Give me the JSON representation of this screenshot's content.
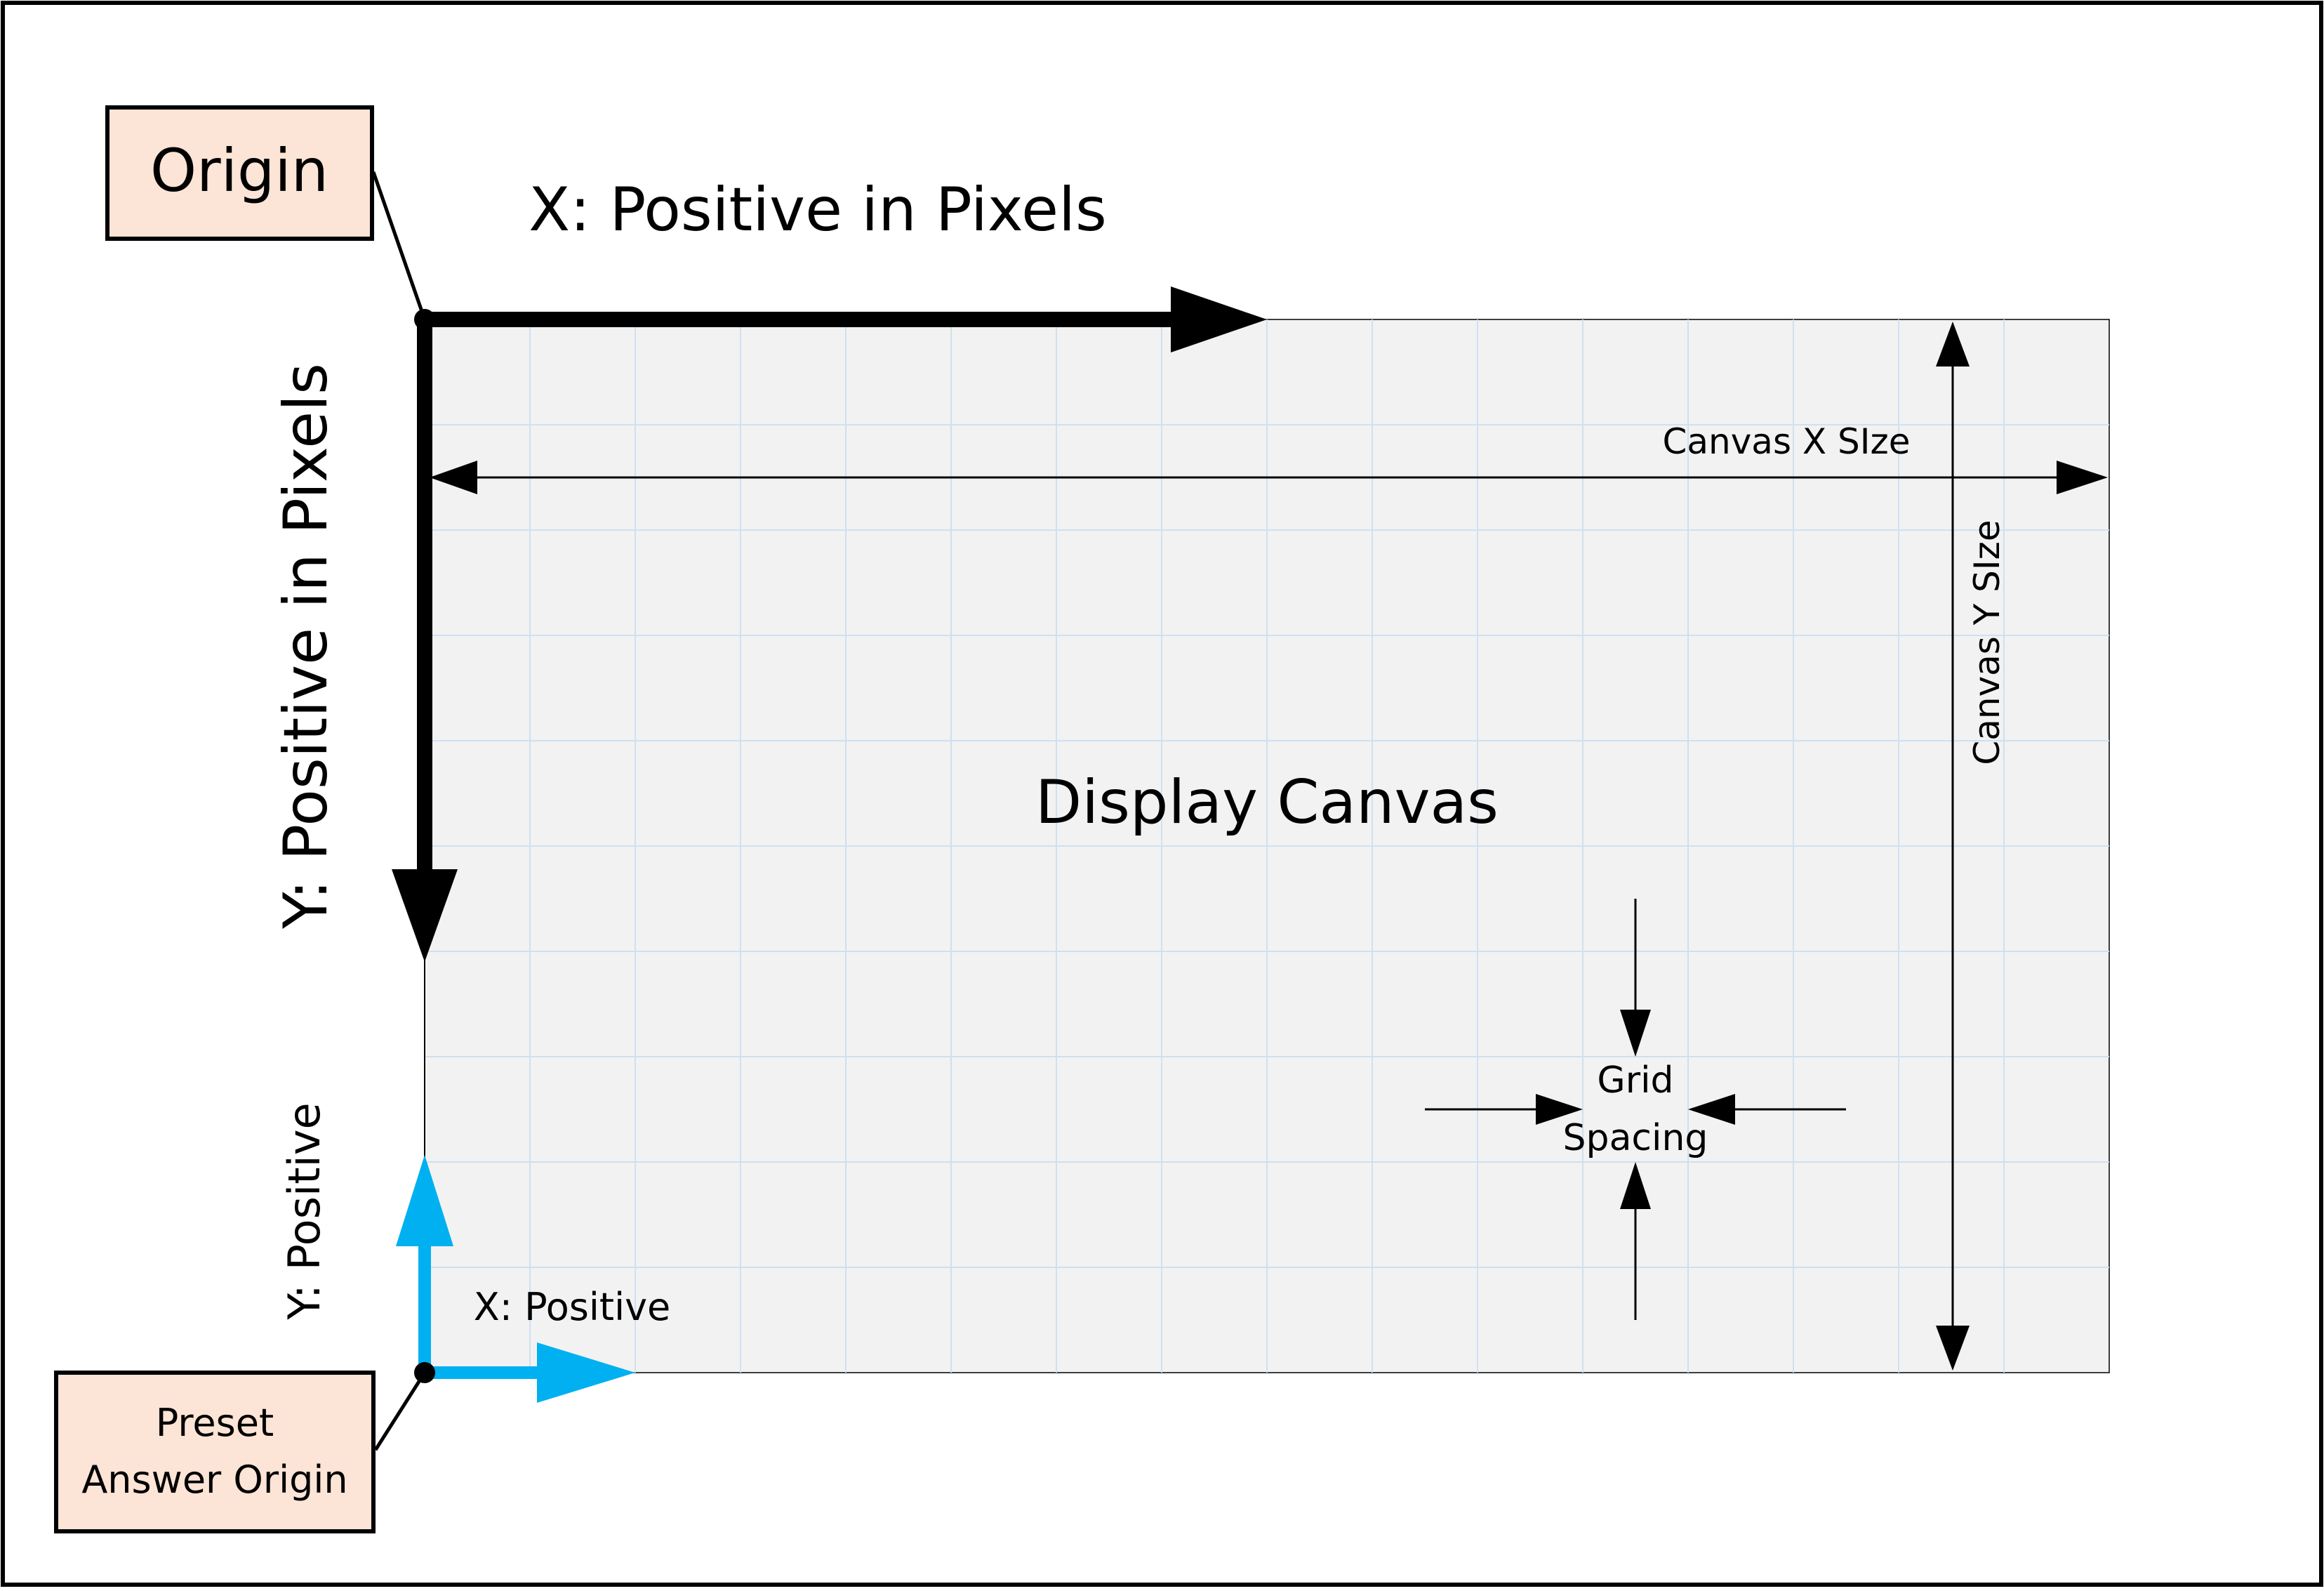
{
  "labels": {
    "origin": "Origin",
    "x_axis": "X: Positive in Pixels",
    "y_axis": "Y: Positive in Pixels",
    "canvas": "Display Canvas",
    "canvas_x_size": "Canvas X SIze",
    "canvas_y_size": "Canvas Y SIze",
    "grid_spacing_line1": "Grid",
    "grid_spacing_line2": "Spacing",
    "preset_x": "X: Positive",
    "preset_y": "Y: Positive",
    "preset_origin_line1": "Preset",
    "preset_origin_line2": "Answer Origin"
  },
  "colors": {
    "canvas_fill": "#f2f2f2",
    "grid_line": "#cfe0f0",
    "callout_fill": "#fce4d6",
    "preset_axis": "#00b0f0",
    "main_axis": "#000000"
  },
  "grid": {
    "columns": 16,
    "rows": 10
  }
}
